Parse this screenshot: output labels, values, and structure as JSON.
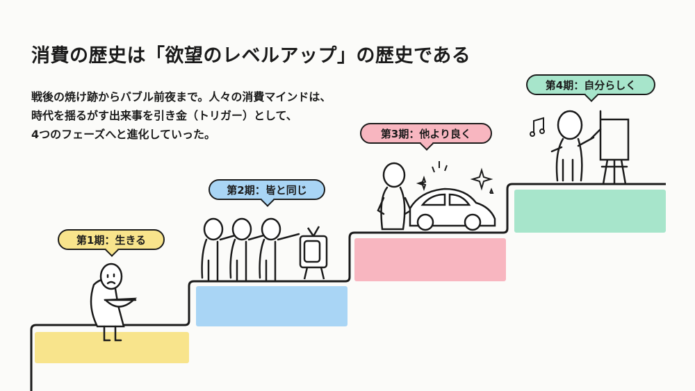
{
  "title": "消費の歴史は「欲望のレベルアップ」の歴史である",
  "intro": [
    "戦後の焼け跡からバブル前夜まで。人々の消費マインドは、",
    "時代を揺るがす出来事を引き金（トリガー）として、",
    "4つのフェーズへと進化していった。"
  ],
  "phases": [
    {
      "label": "第1期：生きる",
      "color": "#f8e48c"
    },
    {
      "label": "第2期：皆と同じ",
      "color": "#a9d5f5"
    },
    {
      "label": "第3期：他より良く",
      "color": "#f8b6c0"
    },
    {
      "label": "第4期：自分らしく",
      "color": "#a7e5cb"
    }
  ]
}
